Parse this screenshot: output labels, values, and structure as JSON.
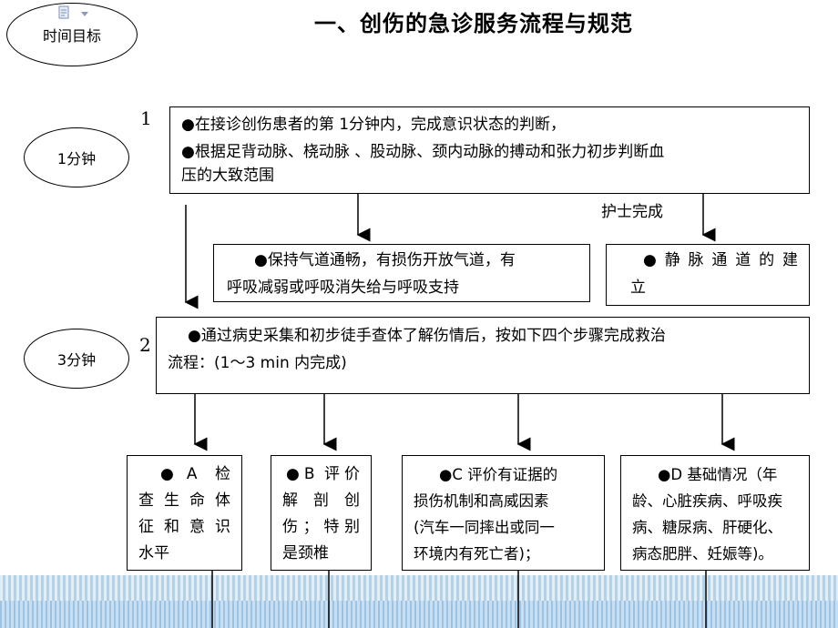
{
  "title": "一、创伤的急诊服务流程与规范",
  "time_goal_label": "时间目标",
  "ovals": {
    "t1": "1分钟",
    "t3": "3分钟"
  },
  "step_numbers": {
    "s1": "1",
    "s2": "2"
  },
  "box1": {
    "line1": "●在接诊创伤患者的第 1分钟内，完成意识状态的判断，",
    "line2": "●根据足背动脉、桡动脉 、股动脉、颈内动脉的搏动和张力初步判断血",
    "line3": "压的大致范围"
  },
  "nurse_label": "护士完成",
  "box_airway": {
    "line1": "●保持气道通畅，有损伤开放气道，有",
    "line2": "呼吸减弱或呼吸消失给与呼吸支持"
  },
  "box_iv": {
    "line1": "●静脉通道的建",
    "line2": "立"
  },
  "box2": {
    "line1": "●通过病史采集和初步徒手查体了解伤情后，按如下四个步骤完成救治",
    "line2": "流程：(1～3 min 内完成)"
  },
  "boxA": {
    "line1": "●A 检",
    "line2": "查生命体",
    "line3": "征和意识",
    "line4": "水平"
  },
  "boxB": {
    "line1": "●B 评价",
    "line2": "解剖创",
    "line3": "伤；特别",
    "line4": "是颈椎"
  },
  "boxC": {
    "line1": "●C 评价有证据的",
    "line2": "损伤机制和高威因素",
    "line3": "(汽车一同摔出或同一",
    "line4": "环境内有死亡者)；"
  },
  "boxD": {
    "line1": "●D 基础情况（年",
    "line2": "龄、心脏疾病、呼吸疾",
    "line3": "病、糖尿病、肝硬化、",
    "line4": "病态肥胖、妊娠等)。"
  }
}
